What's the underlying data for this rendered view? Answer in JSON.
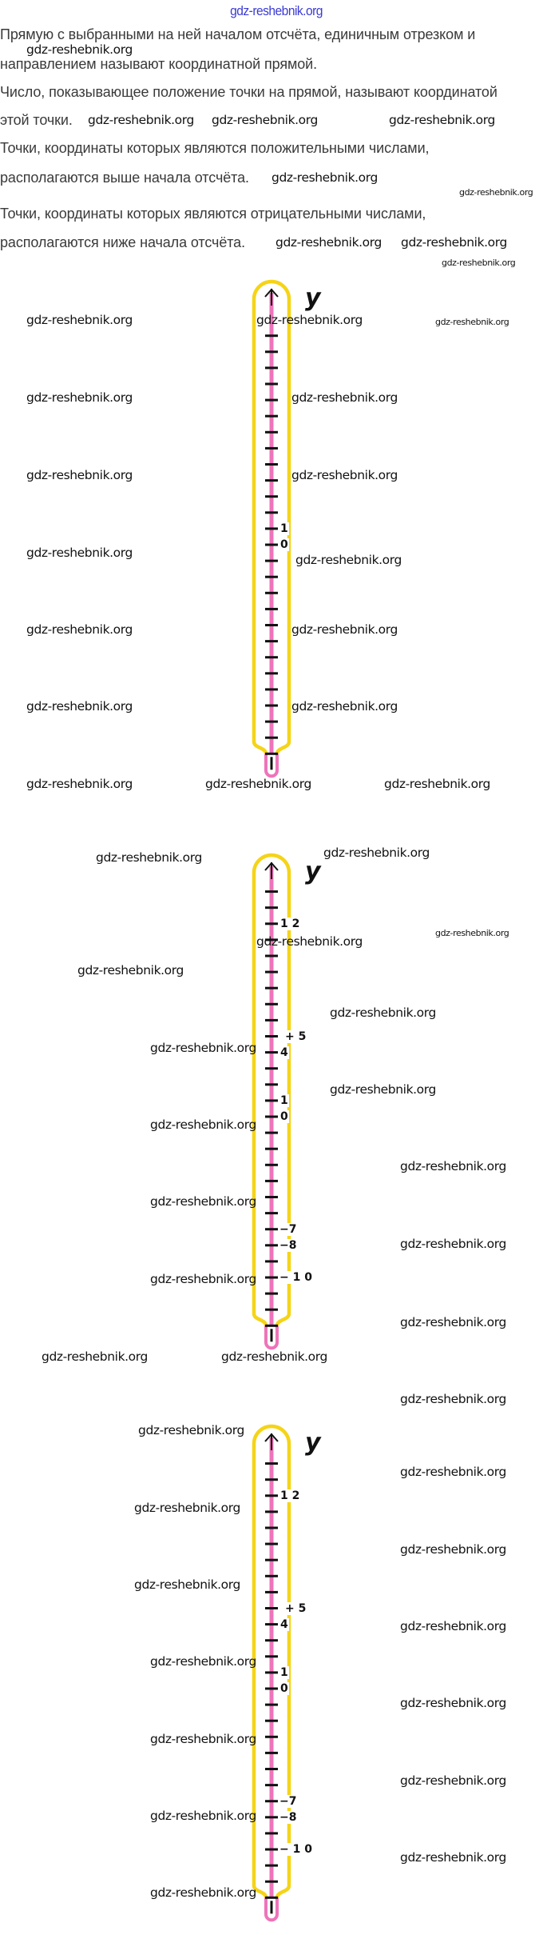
{
  "header_watermark": "gdz-reshebnik.org",
  "watermark_text": "gdz-reshebnik.org",
  "text_lines": [
    "Прямую с выбранными на ней началом отсчёта, единичным отрезком и",
    "направлением называют координатной прямой.",
    "Число, показывающее положение точки на прямой, называют координатой",
    "этой точки.",
    "Точки, координаты которых являются положительными числами,",
    "располагаются выше начала отсчёта.",
    "Точки, координаты которых являются отрицательными числами,",
    "располагаются ниже начала отсчёта."
  ],
  "colors": {
    "frame": "#f5d418",
    "axis": "#ee74ba",
    "ink": "#111111",
    "header_watermark": "#3b3bd6"
  },
  "thermometers": [
    {
      "axis_label": "y",
      "tick_max": 13,
      "tick_min": -13,
      "labels": [
        {
          "value": 1,
          "text": "1"
        },
        {
          "value": 0,
          "text": "0"
        }
      ]
    },
    {
      "axis_label": "y",
      "tick_max": 14,
      "tick_min": -13,
      "labels": [
        {
          "value": 12,
          "text": "1 2"
        },
        {
          "value": 5,
          "text": "+ 5"
        },
        {
          "value": 4,
          "text": "4"
        },
        {
          "value": 1,
          "text": "1"
        },
        {
          "value": 0,
          "text": "0"
        },
        {
          "value": -7,
          "text": "−7"
        },
        {
          "value": -8,
          "text": "−8"
        },
        {
          "value": -10,
          "text": "− 1 0"
        }
      ]
    },
    {
      "axis_label": "y",
      "tick_max": 14,
      "tick_min": -13,
      "labels": [
        {
          "value": 12,
          "text": "1 2"
        },
        {
          "value": 5,
          "text": "+ 5"
        },
        {
          "value": 4,
          "text": "4"
        },
        {
          "value": 1,
          "text": "1"
        },
        {
          "value": 0,
          "text": "0"
        },
        {
          "value": -7,
          "text": "−7"
        },
        {
          "value": -8,
          "text": "−8"
        },
        {
          "value": -10,
          "text": "− 1 0"
        }
      ]
    }
  ]
}
